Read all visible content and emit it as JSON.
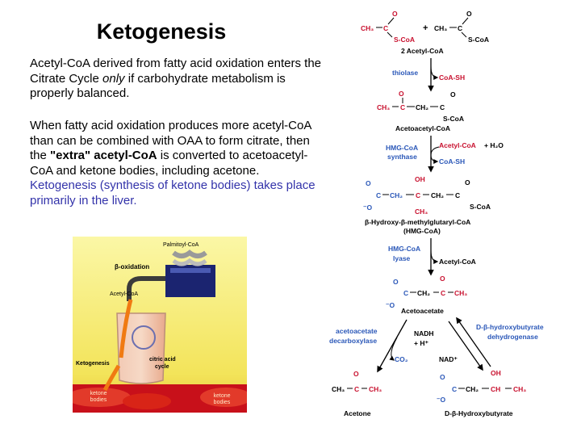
{
  "slide": {
    "title": "Ketogenesis",
    "p1_a": "Acetyl-CoA derived from fatty acid oxidation enters the Citrate Cycle ",
    "p1_em": "only",
    "p1_b": " if carbohydrate metabolism is properly balanced.",
    "p2_a": "When fatty acid oxidation produces more acetyl-CoA than can be combined with OAA to form citrate, then the ",
    "p2_bold": "\"extra\" acetyl-CoA",
    "p2_b": " is converted to acetoacetyl-CoA and ketone bodies, including acetone. ",
    "p2_blue": "Ketogenesis (synthesis of ketone bodies) takes place primarily in the liver."
  },
  "illustration": {
    "palmitoyl": "Palmitoyl-CoA",
    "beta_ox": "β-oxidation",
    "acetyl": "Acetyl-CoA",
    "cycle1": "citric acid",
    "cycle2": "cycle",
    "keto": "Ketogenesis",
    "kb1": "ketone",
    "kb2": "bodies"
  },
  "pathway": {
    "reactant_plus": "+",
    "two_acetyl": "2 Acetyl-CoA",
    "thiolase": "thiolase",
    "coash": "CoA-SH",
    "acetoacetyl": "Acetoacetyl-CoA",
    "hmg_enzyme1": "HMG-CoA",
    "hmg_enzyme2": "synthase",
    "acetyl_in": "Acetyl-CoA",
    "h2o": "+ H₂O",
    "coash2": "CoA-SH",
    "hmg_name1": "β-Hydroxy-β-methylglutaryl-CoA",
    "hmg_name2": "(HMG-CoA)",
    "lyase1": "HMG-CoA",
    "lyase2": "lyase",
    "acetyl_out": "Acetyl-CoA",
    "acetoacetate": "Acetoacetate",
    "decarb1": "acetoacetate",
    "decarb2": "decarboxylase",
    "co2": "CO₂",
    "nadh": "NADH",
    "hplus": "+ H⁺",
    "nadplus": "NAD⁺",
    "dehyd1": "D-β-hydroxybutyrate",
    "dehyd2": "dehydrogenase",
    "acetone": "Acetone",
    "hydroxybutyrate": "D-β-Hydroxybutyrate",
    "ch3": "CH₃",
    "ch2": "CH₂",
    "c": "C",
    "o": "O",
    "oh": "OH",
    "o_minus": "⁻O",
    "scoa": "S-CoA",
    "ch": "CH"
  }
}
